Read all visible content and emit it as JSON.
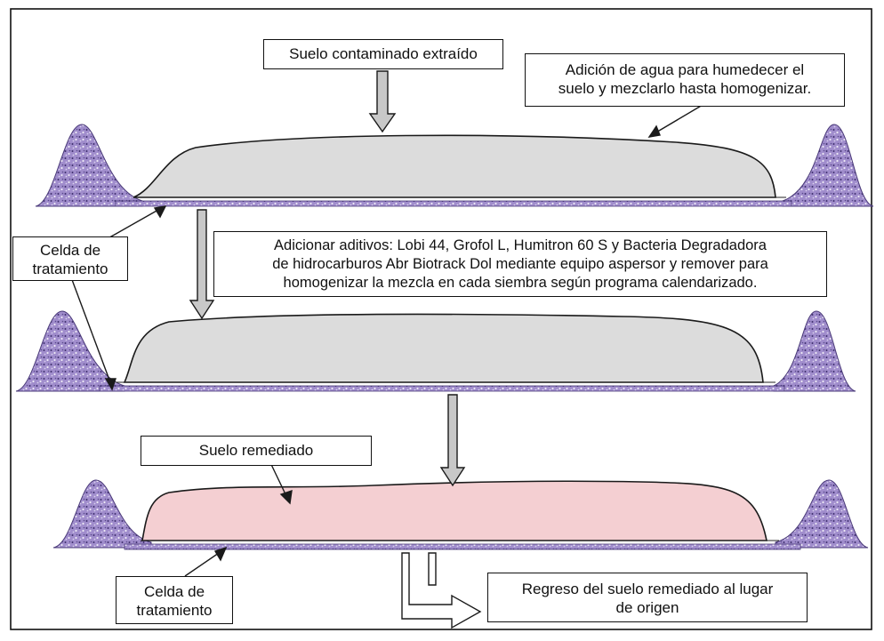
{
  "labels": {
    "extracted_soil": "Suelo contaminado extraído",
    "add_water": [
      "Adición de agua para humedecer el",
      "suelo y mezclarlo hasta homogenizar."
    ],
    "treatment_cell_top": [
      "Celda de",
      "tratamiento"
    ],
    "additives": [
      "Adicionar aditivos: Lobi 44, Grofol L, Humitron 60 S y Bacteria Degradadora",
      "de hidrocarburos Abr  Biotrack Dol mediante equipo aspersor y remover para",
      "homogenizar la mezcla en cada siembra según programa calendarizado."
    ],
    "remediated_soil": "Suelo remediado",
    "treatment_cell_bottom": [
      "Celda de",
      "tratamiento"
    ],
    "return_soil": [
      "Regreso del suelo remediado al lugar",
      "de origen"
    ]
  },
  "colors": {
    "berm": "#9a86c8",
    "berm_speckle": "#4a3a78",
    "liner": "#8c78b8",
    "soil_contaminated": "#dcdcdc",
    "soil_remediated": "#f4cfd2",
    "arrow_fill": "#c8c8c8",
    "outline": "#1a1a1a"
  }
}
